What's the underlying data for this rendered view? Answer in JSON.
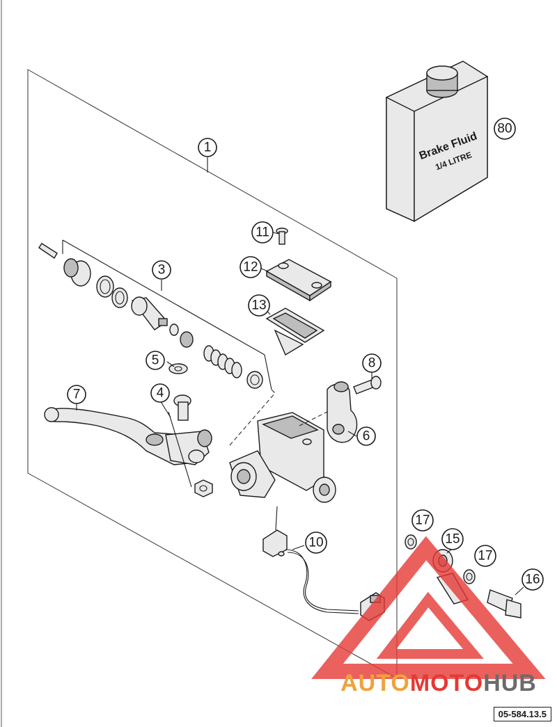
{
  "callouts": [
    {
      "label": "1"
    },
    {
      "label": "3"
    },
    {
      "label": "4"
    },
    {
      "label": "5"
    },
    {
      "label": "6"
    },
    {
      "label": "7"
    },
    {
      "label": "8"
    },
    {
      "label": "10"
    },
    {
      "label": "11"
    },
    {
      "label": "12"
    },
    {
      "label": "13"
    },
    {
      "label": "15"
    },
    {
      "label": "16"
    },
    {
      "label": "17"
    },
    {
      "label": "17"
    },
    {
      "label": "80"
    }
  ],
  "fluid_can": {
    "line1": "Brake Fluid",
    "line2": "1/4 LITRE"
  },
  "watermark": {
    "part1": "AUTO",
    "part2": "MOTO",
    "part3": "HUB",
    "color_primary": "#f0a23c",
    "color_secondary": "#e53935",
    "color_dark": "#6b6b6b"
  },
  "drawing_number": "05-584.13.5"
}
